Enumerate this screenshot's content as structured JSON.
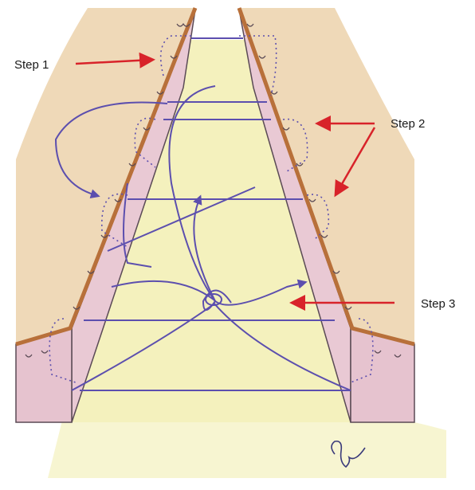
{
  "labels": {
    "step1": "Step 1",
    "step2": "Step 2",
    "step3": "Step 3"
  },
  "colors": {
    "tissue_face": "#e9c9d4",
    "tissue_face_dark": "#d6a3b8",
    "skin_edge": "#b8703a",
    "skin_top": "#e2b98a",
    "base": "#f2efb5",
    "suture": "#5c4fae",
    "arrow": "#d8232a",
    "outline": "#5a4a55"
  },
  "icons": {
    "arrow": "red-arrow-icon",
    "signature": "artist-signature"
  }
}
